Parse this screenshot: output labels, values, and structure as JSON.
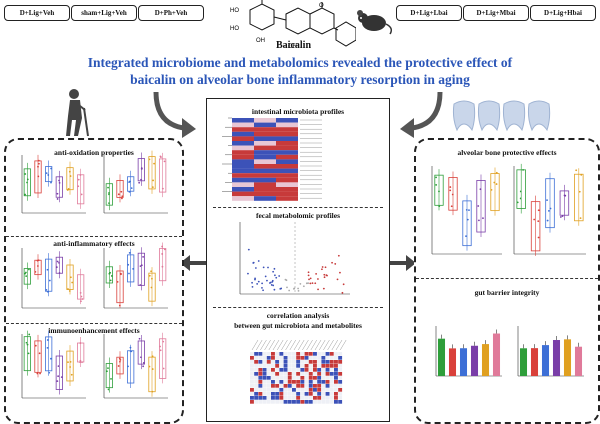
{
  "groups_left": [
    "D+Lig+Veh",
    "sham+Lig+Veh",
    "D+Ph+Veh"
  ],
  "groups_right": [
    "D+Lig+Lbai",
    "D+Lig+Mbai",
    "D+Lig+Hbai"
  ],
  "compound": {
    "name": "Baicalin",
    "label_ho": "HO",
    "label_oh": "OH",
    "label_o": "O"
  },
  "headline": {
    "line1": "Integrated microbiome and metabolomics revealed the protective effect of",
    "line2": "baicalin on alveolar bone inflammatory resorption in aging"
  },
  "center": {
    "microbiota_title": "intestinal microbiota profiles",
    "metabolomic_title": "fecal metabolomic profiles",
    "correlation_title_1": "correlation analysis",
    "correlation_title_2": "between gut microbiota and metabolites"
  },
  "left_panel": {
    "section1": "anti-oxidation properties",
    "section2": "anti-inflammatory effects",
    "section3": "immunoenhancement effects"
  },
  "right_panel": {
    "section1": "alveolar bone protective effects",
    "section2": "gut barrier integrity"
  },
  "colors": {
    "headline": "#2b56b8",
    "group1": "#2e9e3a",
    "group2": "#d9403a",
    "group3": "#3d6fd6",
    "group4": "#7a3ea8",
    "group5": "#e0a020",
    "heat_high": "#c73a3a",
    "heat_low": "#3c52b8"
  },
  "icons": [
    "elderly-person-icon",
    "mouse-icon",
    "teeth-icon",
    "curved-arrow-icon"
  ]
}
